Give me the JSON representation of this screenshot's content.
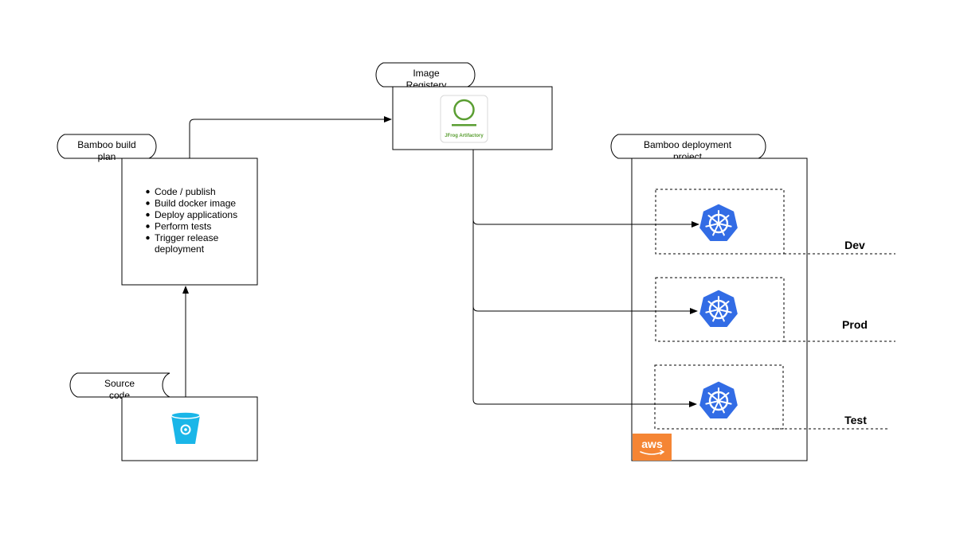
{
  "source_code": {
    "tab_line1": "Source",
    "tab_line2": "code"
  },
  "build_plan": {
    "tab_line1": "Bamboo build",
    "tab_line2": "plan",
    "steps": [
      "Code / publish",
      "Build docker image",
      "Deploy applications",
      "Perform tests",
      "Trigger release",
      "deployment"
    ]
  },
  "image_registry": {
    "tab_line1": "Image",
    "tab_line2": "Registery",
    "logo_caption": "JFrog Artifactory"
  },
  "deployment_project": {
    "tab_line1": "Bamboo deployment",
    "tab_line2": "project",
    "aws_logo": "aws"
  },
  "environments": [
    {
      "label": "Dev"
    },
    {
      "label": "Prod"
    },
    {
      "label": "Test"
    }
  ],
  "icons": {
    "source": "bitbucket-icon",
    "registry": "jfrog-artifactory-icon",
    "cluster": "kubernetes-icon",
    "cloud": "aws-icon"
  },
  "colors": {
    "kubernetes": "#326CE5",
    "bitbucket": "#1AB6E8",
    "jfrog": "#5A9E32",
    "aws": "#F58534"
  }
}
